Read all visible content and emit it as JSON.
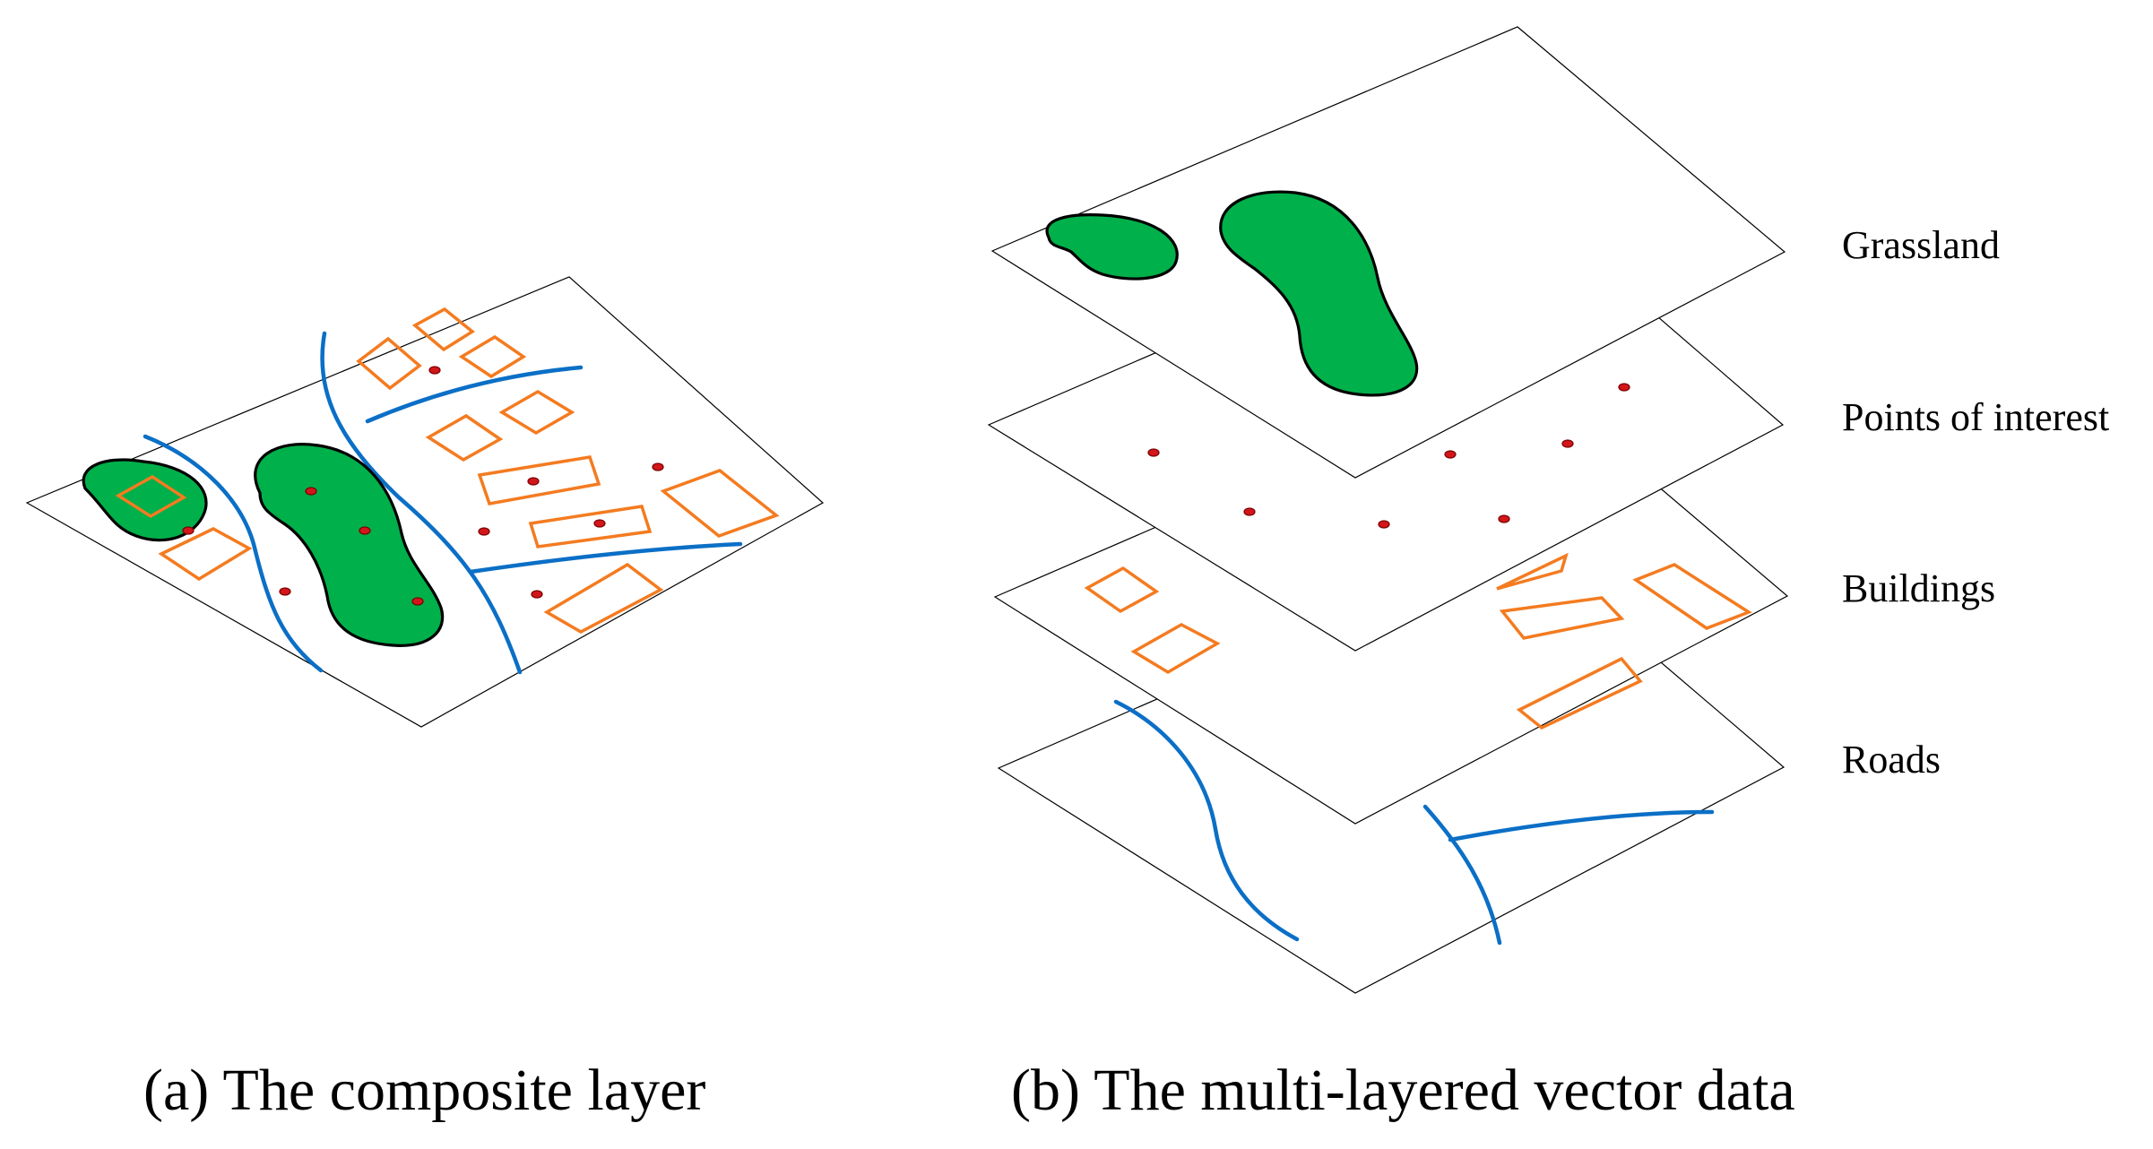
{
  "composite": {
    "caption": "(a) The composite layer"
  },
  "multilayer": {
    "caption": "(b) The multi-layered vector data",
    "layers": [
      {
        "label": "Grassland"
      },
      {
        "label": "Points of interest"
      },
      {
        "label": "Buildings"
      },
      {
        "label": "Roads"
      }
    ]
  },
  "colors": {
    "grassland": "#00b04a",
    "buildings": "#f47b20",
    "roads": "#0b6fc6",
    "points_of_interest": "#d2161b",
    "outline": "#000000"
  }
}
